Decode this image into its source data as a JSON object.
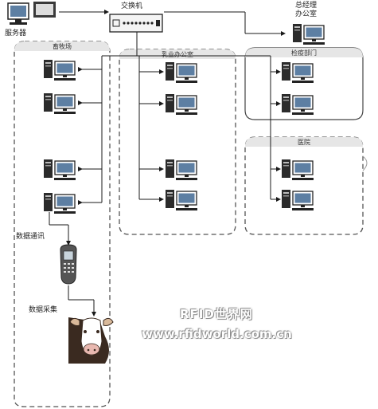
{
  "labels": {
    "server": "服务器",
    "switch": "交换机",
    "gm_office_line1": "总经理",
    "gm_office_line2": "办公室",
    "farm": "畜牧场",
    "dairy_office": "乳业办公室",
    "quarantine": "检疫部门",
    "hospital": "医院",
    "data_comm": "数据通讯",
    "data_collect": "数据采集"
  },
  "watermark": {
    "line1": "RFID世界网",
    "line2": "www.rfidworld.com.cn"
  },
  "colors": {
    "line": "#1a1a1a",
    "dash": "#555555",
    "zone_header": "#e6e6e6",
    "screen": "#5d7fa3"
  }
}
